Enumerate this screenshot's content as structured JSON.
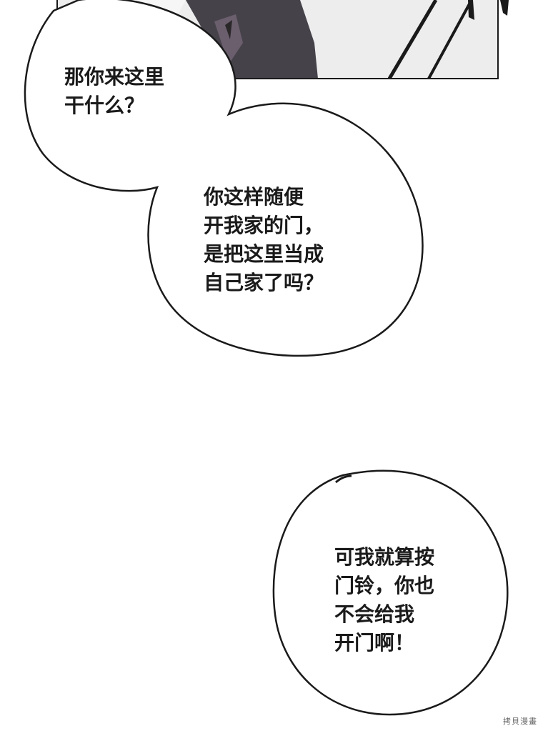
{
  "bubbles": [
    {
      "lines": [
        "那你来这里",
        "干什么？"
      ]
    },
    {
      "lines": [
        "你这样随便",
        "开我家的门，",
        "是把这里当成",
        "自己家了吗？"
      ]
    },
    {
      "lines": [
        "可我就算按",
        "门铃，你也",
        "不会给我",
        "开门啊！"
      ]
    }
  ],
  "watermark": "拷貝漫畫",
  "colors": {
    "ink": "#1a1a1a",
    "panel_fill": "#ededed",
    "figure_dark": "#46424a",
    "figure_mid": "#6b5f6e",
    "background": "#ffffff"
  }
}
